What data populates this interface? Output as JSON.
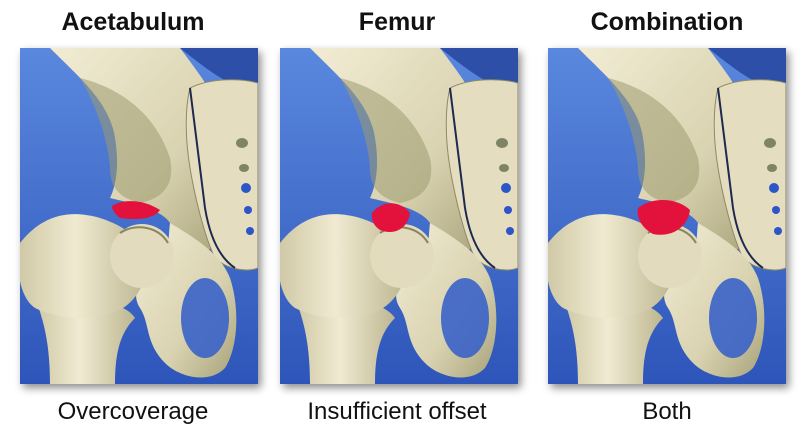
{
  "panels": [
    {
      "title": "Acetabulum",
      "caption": "Overcoverage",
      "highlight": "acetabulum"
    },
    {
      "title": "Femur",
      "caption": "Insufficient offset",
      "highlight": "femur"
    },
    {
      "title": "Combination",
      "caption": "Both",
      "highlight": "both"
    }
  ],
  "colors": {
    "background_blue": "#3a63c8",
    "bone": "#e7e1c7",
    "bone_shadow": "#9f9a6f",
    "lesion": "#e2123d"
  }
}
